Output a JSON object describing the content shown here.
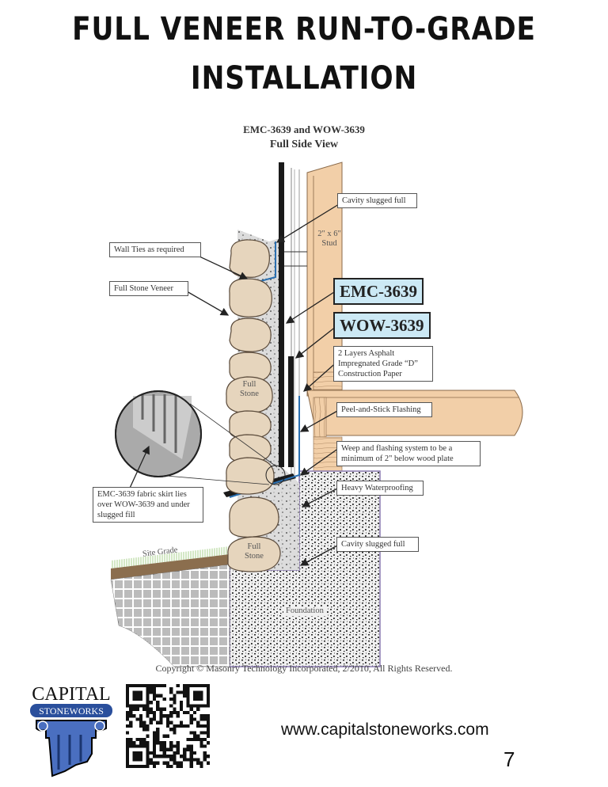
{
  "page": {
    "title_line1": "FULL VENEER RUN-TO-GRADE",
    "title_line2": "INSTALLATION",
    "page_number": "7"
  },
  "diagram": {
    "title": "EMC-3639 and WOW-3639",
    "subtitle": "Full Side View",
    "callouts": {
      "cavity_top": "Cavity slugged full",
      "wall_ties": "Wall Ties as required",
      "stone_veneer": "Full Stone Veneer",
      "asphalt_paper": "2 Layers Asphalt Impregnated Grade “D” Construction Paper",
      "flashing": "Peel-and-Stick Flashing",
      "weep": "Weep and flashing system to be a minimum of 2\" below wood plate",
      "fabric_skirt": "EMC-3639 fabric skirt lies over WOW-3639 and under slugged fill",
      "waterproofing": "Heavy Waterproofing",
      "cavity_bottom": "Cavity slugged full"
    },
    "products": {
      "emc": "EMC-3639",
      "wow": "WOW-3639"
    },
    "inner_labels": {
      "stud": "2\" x 6\" Stud",
      "full_stone_upper": "Full Stone",
      "full_stone_lower": "Full Stone",
      "site_grade": "Site Grade",
      "foundation": "Foundation"
    },
    "colors": {
      "wood": "#f2cfa8",
      "stone": "#e6d5bd",
      "fill": "#d8d8d8",
      "product_box": "#cce9f5",
      "flashing_blue": "#2a6fb0",
      "grass": "#a8d08d",
      "soil": "#8b6e4e"
    },
    "copyright": "Copyright © Masonry Technology Incorporated, 2/2010, All Rights Reserved."
  },
  "footer": {
    "logo_top": "CAPITAL",
    "logo_band": "STONEWORKS",
    "website": "www.capitalstoneworks.com",
    "logo_brand_color": "#2a4f9c"
  }
}
